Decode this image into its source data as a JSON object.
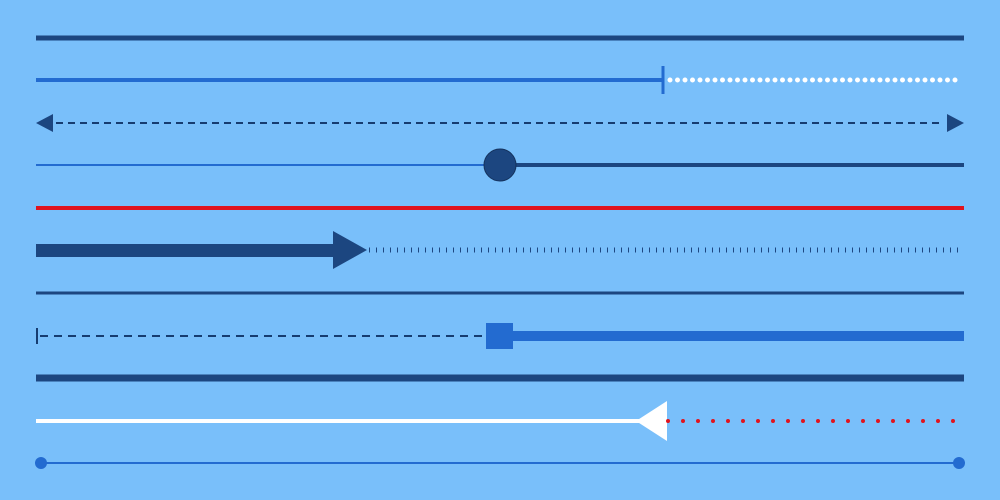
{
  "background": "#79bffa",
  "colors": {
    "navy": "#1c4680",
    "blue": "#236bd0",
    "white": "#ffffff",
    "red": "#e0141e",
    "dark_dash": "#163c70"
  },
  "rows": [
    {
      "name": "solid-navy-line",
      "style": "solid"
    },
    {
      "name": "solid-blue-line-with-tick-then-white-dots",
      "style": "solid+dotted"
    },
    {
      "name": "dashed-line-with-arrowheads-both-ends",
      "style": "dashed"
    },
    {
      "name": "thin-to-thick-line-with-circle-marker",
      "style": "solid"
    },
    {
      "name": "solid-red-line",
      "style": "solid"
    },
    {
      "name": "thick-arrow-then-tick-marks",
      "style": "solid+ticks"
    },
    {
      "name": "solid-navy-line-2",
      "style": "solid"
    },
    {
      "name": "dashed-line-with-square-marker-then-thick-blue",
      "style": "dashed+solid"
    },
    {
      "name": "thick-navy-line",
      "style": "solid"
    },
    {
      "name": "white-line-with-left-arrow-then-red-dots",
      "style": "solid+dotted"
    },
    {
      "name": "thin-blue-line-with-end-dots",
      "style": "solid"
    }
  ]
}
